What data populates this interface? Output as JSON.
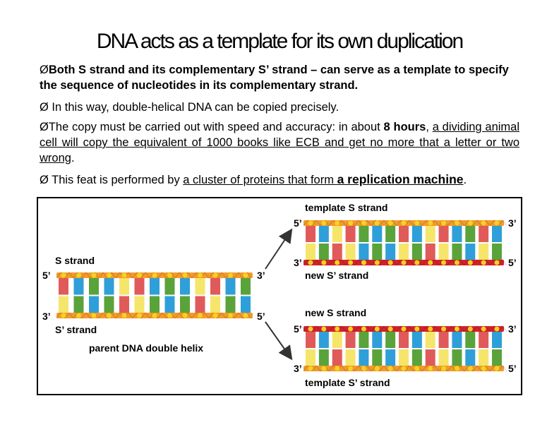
{
  "title": "DNA acts as a template for its own  duplication",
  "bullet_glyph": "Ø",
  "bullets": [
    {
      "text": "Both S strand and its complementary S’ strand – can serve as a template to specify the sequence of nucleotides in its complementary strand."
    },
    {
      "text": " In this way, double-helical DNA can be copied precisely."
    },
    {
      "pre": "The copy must be carried out with speed and accuracy: in about ",
      "hours": "8 hours",
      "comma": ", ",
      "u1": "a dividing animal cell will copy the equivalent of 1000 books like ECB and get no more that a letter or two wrong",
      "end": "."
    },
    {
      "pre": " This feat is performed by ",
      "u1": "a cluster of proteins that form ",
      "u2": "a replication machine",
      "end": "."
    }
  ],
  "figure": {
    "labels": {
      "s_strand": "S strand",
      "s_prime_strand": "S’ strand",
      "parent": "parent DNA double helix",
      "template_s": "template S strand",
      "new_s_prime": "new S’ strand",
      "new_s": "new S strand",
      "template_s_prime": "template S’ strand",
      "five_prime": "5’",
      "three_prime": "3’"
    },
    "colors": {
      "backbone_orange": "#f39a2b",
      "backbone_red": "#d2232a",
      "base_red": "#e05a5a",
      "base_blue": "#2f9fd9",
      "base_green": "#5aa33a",
      "base_yellow": "#f5e56b",
      "dot_yellow": "#f6d21f",
      "arrow": "#333333"
    }
  }
}
